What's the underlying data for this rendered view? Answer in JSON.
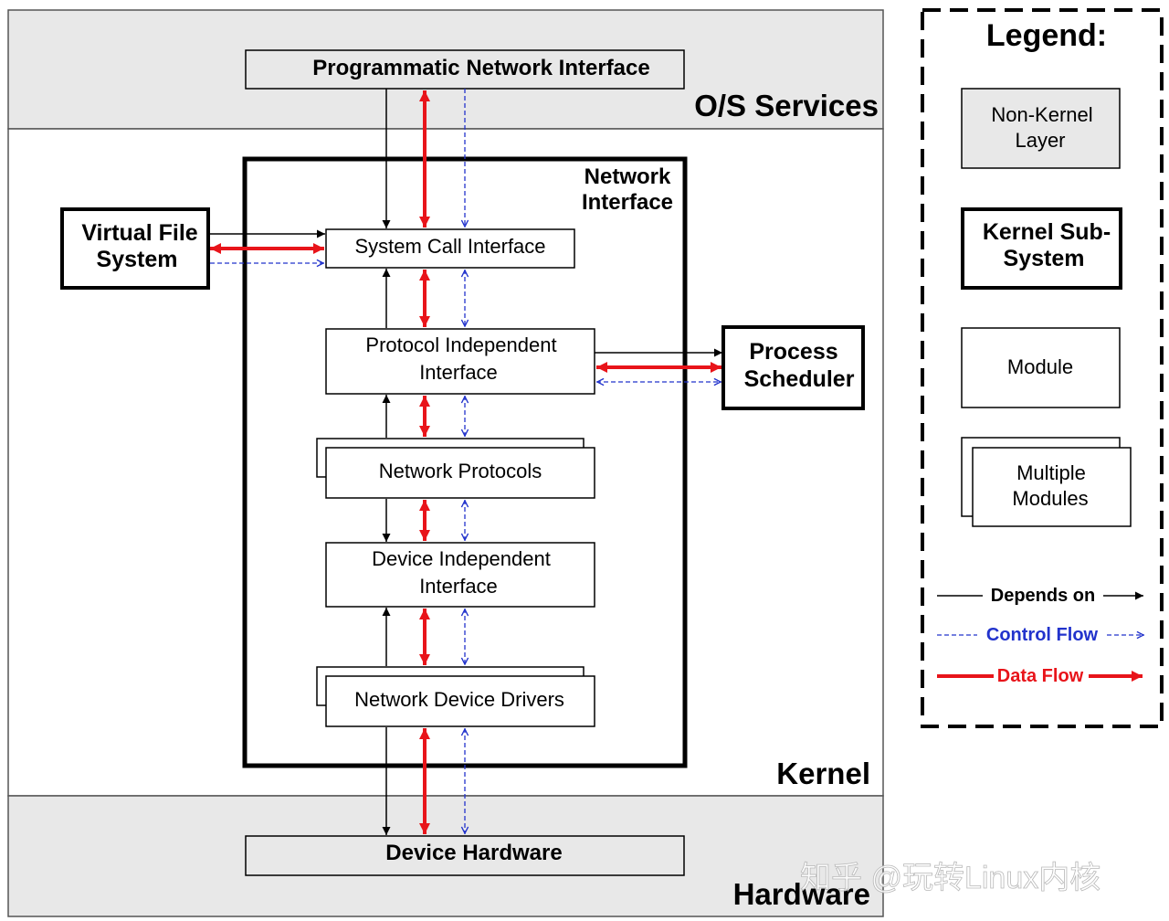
{
  "layers": {
    "os_services": "O/S Services",
    "kernel": "Kernel",
    "hardware": "Hardware"
  },
  "subsystem": {
    "title_line1": "Network",
    "title_line2": "Interface"
  },
  "nodes": {
    "programmatic_network_interface": "Programmatic Network Interface",
    "virtual_file_system_line1": "Virtual File",
    "virtual_file_system_line2": "System",
    "system_call_interface": "System Call Interface",
    "protocol_independent_interface_line1": "Protocol Independent",
    "protocol_independent_interface_line2": "Interface",
    "process_scheduler_line1": "Process",
    "process_scheduler_line2": "Scheduler",
    "network_protocols": "Network Protocols",
    "device_independent_interface_line1": "Device Independent",
    "device_independent_interface_line2": "Interface",
    "network_device_drivers": "Network Device Drivers",
    "device_hardware": "Device Hardware"
  },
  "legend": {
    "title": "Legend:",
    "non_kernel_line1": "Non-Kernel",
    "non_kernel_line2": "Layer",
    "kernel_sub_line1": "Kernel Sub-",
    "kernel_sub_line2": "System",
    "module": "Module",
    "multiple_line1": "Multiple",
    "multiple_line2": "Modules",
    "depends_on": "Depends on",
    "control_flow": "Control Flow",
    "data_flow": "Data Flow"
  },
  "watermark": "知乎 @玩转Linux内核",
  "colors": {
    "layer_fill": "#e8e8e8",
    "depends": "#000000",
    "control": "#2233cc",
    "data": "#e8141a"
  }
}
